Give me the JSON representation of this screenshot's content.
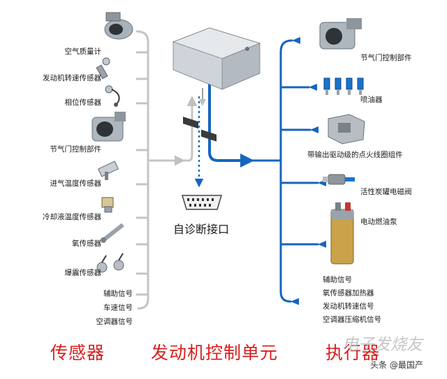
{
  "sensors": [
    {
      "label": "空气质量计",
      "icon": "air-mass-meter-icon"
    },
    {
      "label": "发动机转速传感器",
      "icon": "engine-speed-sensor-icon"
    },
    {
      "label": "相位传感器",
      "icon": "phase-sensor-icon"
    },
    {
      "label": "节气门控制部件",
      "icon": "throttle-body-icon"
    },
    {
      "label": "进气温度传感器",
      "icon": "intake-temp-sensor-icon"
    },
    {
      "label": "冷却液温度传感器",
      "icon": "coolant-temp-sensor-icon"
    },
    {
      "label": "氧传感器",
      "icon": "oxygen-sensor-icon"
    },
    {
      "label": "爆震传感器",
      "icon": "knock-sensor-icon"
    }
  ],
  "sensor_signals": [
    "辅助信号",
    "车速信号",
    "空调器信号"
  ],
  "actuators": [
    {
      "label": "节气门控制部件",
      "icon": "throttle-body-icon"
    },
    {
      "label": "喷油器",
      "icon": "fuel-injector-icon"
    },
    {
      "label": "带输出驱动级的点火线圈组件",
      "icon": "ignition-coil-icon"
    },
    {
      "label": "活性炭罐电磁阀",
      "icon": "canister-solenoid-icon"
    },
    {
      "label": "电动燃油泵",
      "icon": "fuel-pump-icon"
    }
  ],
  "actuator_signals": [
    "辅助信号",
    "氧传感器加热器",
    "发动机转速信号",
    "空调器压缩机信号"
  ],
  "obd_label": "自诊断接口",
  "section_titles": {
    "sensors": "传感器",
    "ecu": "发动机控制单元",
    "actuators": "执行器"
  },
  "watermark": {
    "brand": "电子发烧友",
    "caption": "头条 @最国产"
  },
  "colors": {
    "sensor_lines": "#bfbfbf",
    "actuator_lines": "#1565c0",
    "titles": "#d81e1e"
  }
}
